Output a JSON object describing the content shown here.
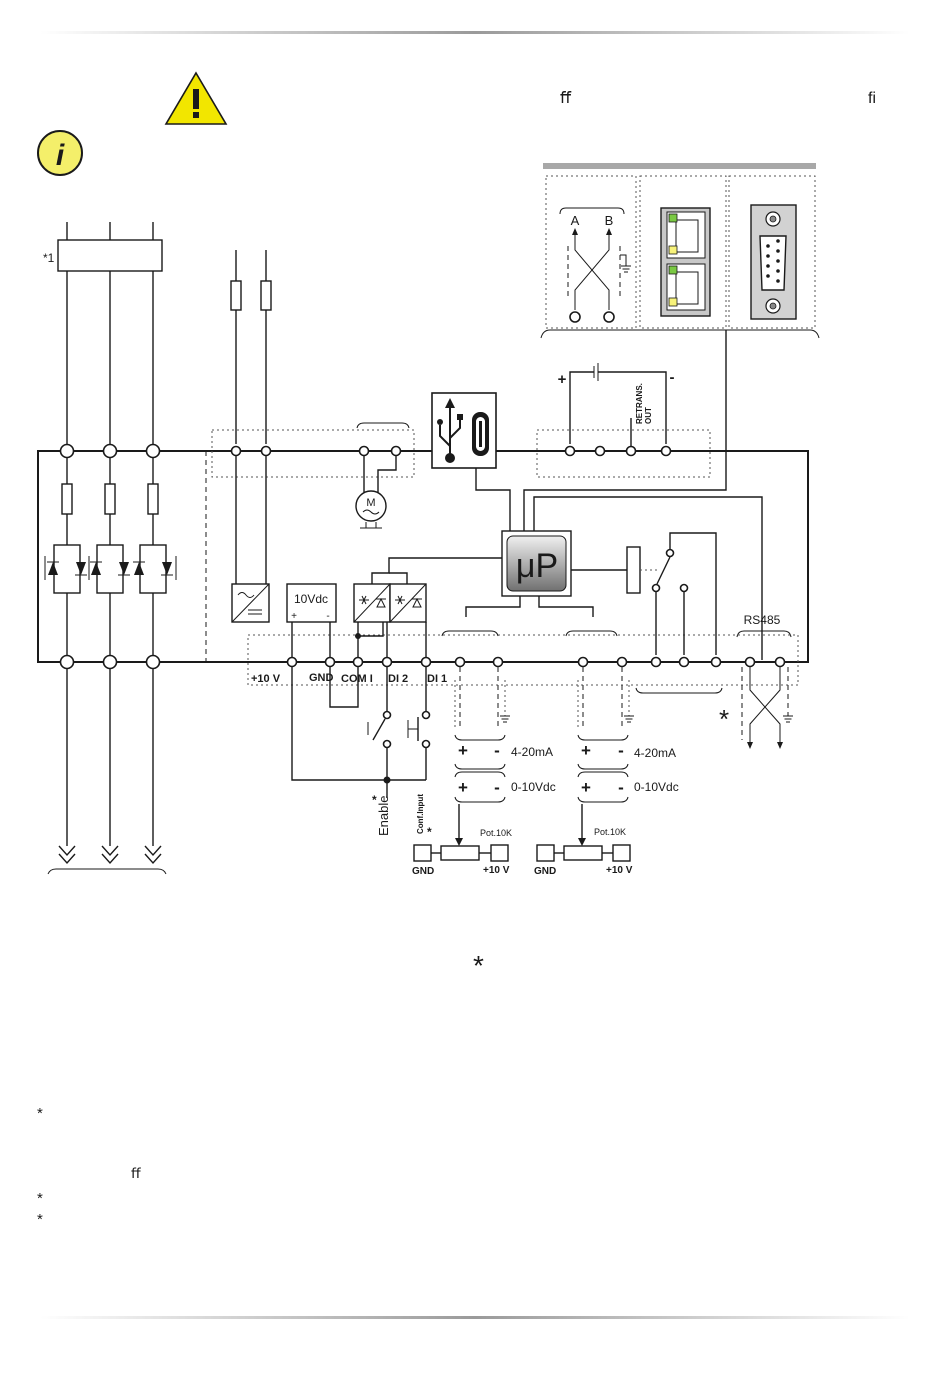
{
  "labels": {
    "star_one": "*1",
    "ab_a": "A",
    "ab_b": "B",
    "retrans_line1": "RETRANS.",
    "retrans_line2": "OUT",
    "plus": "+",
    "minus": "-",
    "motor": "M",
    "up": "μP",
    "vdc10": "10Vdc",
    "rs485": "RS485",
    "t_10v": "+10 V",
    "t_gnd": "GND",
    "t_comi": "COM I",
    "t_di2": "DI 2",
    "t_di1": "DI 1",
    "enable": "Enable",
    "conf_input": "Conf.Input",
    "ma_1": "4-20mA",
    "ma_2": "4-20mA",
    "vdc_1": "0-10Vdc",
    "vdc_2": "0-10Vdc",
    "pot_1": "Pot.10K",
    "pot_2": "Pot.10K",
    "gnd_1": "GND",
    "gnd_2": "GND",
    "v10_1": "+10 V",
    "v10_2": "+10 V",
    "star": "*",
    "lig_ff": "ﬀ",
    "lig_fi": "ﬁ"
  },
  "icons": {
    "warning": "warning-triangle-icon",
    "info": "info-circle-icon",
    "usb": "usb-icon",
    "usbc": "usb-c-port-icon",
    "ethernet": "rj45-ethernet-icon",
    "dsub": "db9-connector-icon"
  },
  "colors": {
    "warning_fill": "#f2e600",
    "info_fill": "#f4ef6a",
    "led_green": "#7ac943",
    "led_yellow": "#f7f27a",
    "up_gradient_top": "#e8e8e8",
    "up_gradient_bottom": "#6e6e6e",
    "rule": "#a8a8a8"
  }
}
